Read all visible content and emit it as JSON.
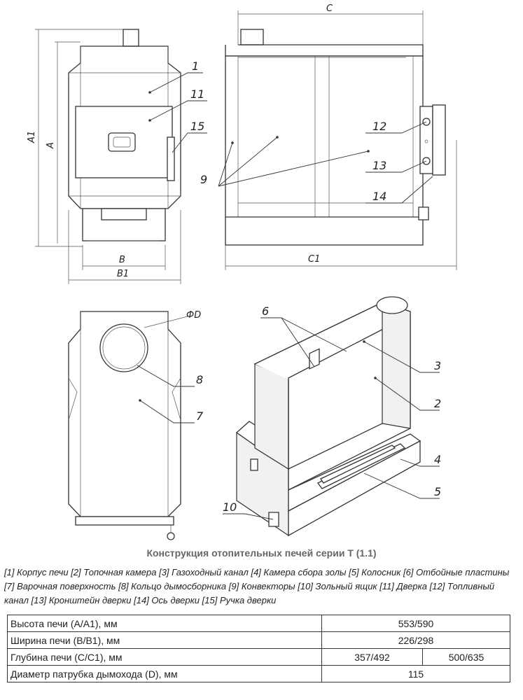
{
  "drawing": {
    "labels": {
      "l1": "1",
      "l11": "11",
      "l15": "15",
      "l9": "9",
      "l12": "12",
      "l13": "13",
      "l14": "14",
      "l8": "8",
      "l7": "7",
      "l6": "6",
      "l3": "3",
      "l2": "2",
      "l4": "4",
      "l5": "5",
      "l10": "10"
    },
    "dims": {
      "C": "C",
      "C1": "C1",
      "A": "A",
      "A1": "A1",
      "B": "B",
      "B1": "B1",
      "D": "ФD"
    }
  },
  "caption": "Конструкция отопительных печей серии Т (1.1)",
  "legend": [
    "[1] Корпус печи",
    "[2] Топочная камера",
    "[3] Газоходный канал",
    "[4] Камера сбора золы",
    "[5] Колосник",
    "[6] Отбойные пластины",
    "[7] Варочная поверхность",
    "[8] Кольцо дымосборника",
    "[9] Конвекторы",
    "[10] Зольный ящик",
    "[11] Дверка",
    "[12] Топливный канал",
    "[13] Кронштейн дверки",
    "[14] Ось дверки",
    "[15] Ручка дверки"
  ],
  "table": {
    "rows": [
      {
        "label": "Высота печи (А/А1), мм",
        "value": "553/590"
      },
      {
        "label": "Ширина печи (В/В1), мм",
        "value": "226/298"
      },
      {
        "label": "Глубина печи (С/С1), мм",
        "value_a": "357/492",
        "value_b": "500/635"
      },
      {
        "label": "Диаметр патрубка дымохода (D), мм",
        "value": "115"
      }
    ]
  }
}
